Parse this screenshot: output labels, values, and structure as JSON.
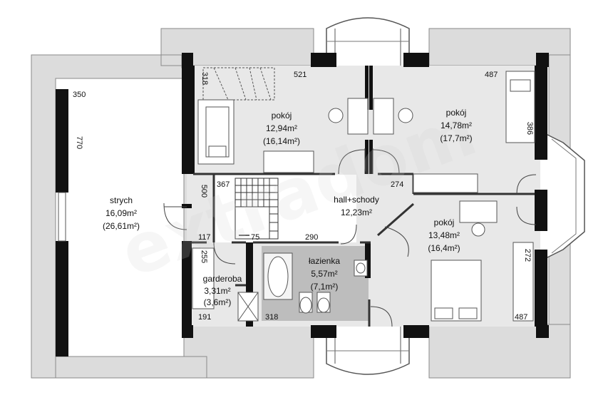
{
  "plan": {
    "rooms": {
      "strych": {
        "name": "strych",
        "area": "16,09m²",
        "floor_area": "(26,61m²)"
      },
      "pokoj_nw": {
        "name": "pokój",
        "area": "12,94m²",
        "floor_area": "(16,14m²)"
      },
      "pokoj_ne": {
        "name": "pokój",
        "area": "14,78m²",
        "floor_area": "(17,7m²)"
      },
      "hall": {
        "name": "hall+schody",
        "area": "12,23m²"
      },
      "pokoj_se": {
        "name": "pokój",
        "area": "13,48m²",
        "floor_area": "(16,4m²)"
      },
      "lazienka": {
        "name": "łazienka",
        "area": "5,57m²",
        "floor_area": "(7,1m²)"
      },
      "garderoba": {
        "name": "garderoba",
        "area": "3,31m²",
        "floor_area": "(3,6m²)"
      }
    },
    "dimensions": {
      "d350": "350",
      "d770": "770",
      "d318_top": "318",
      "d521": "521",
      "d487_top": "487",
      "d386": "386",
      "d367": "367",
      "d500": "500",
      "d274": "274",
      "d117": "117",
      "d75": "75",
      "d290": "290",
      "d272": "272",
      "d255": "255",
      "d191": "191",
      "d318_bottom": "318",
      "d487_bottom": "487"
    },
    "watermark": "extradom"
  }
}
